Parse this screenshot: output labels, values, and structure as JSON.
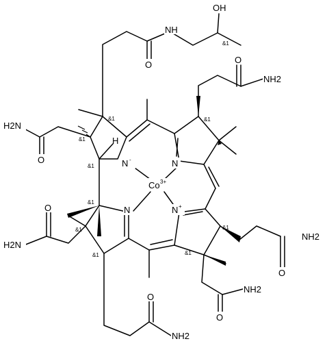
{
  "atoms": {
    "OH": "OH",
    "O": "O",
    "N": "N",
    "H": "H",
    "NH": "NH",
    "H2N": "H2N",
    "NH2": "NH2",
    "Co": "Co",
    "charge_plus": "3+",
    "charge_minus": "-"
  },
  "stereo_label": "&1"
}
